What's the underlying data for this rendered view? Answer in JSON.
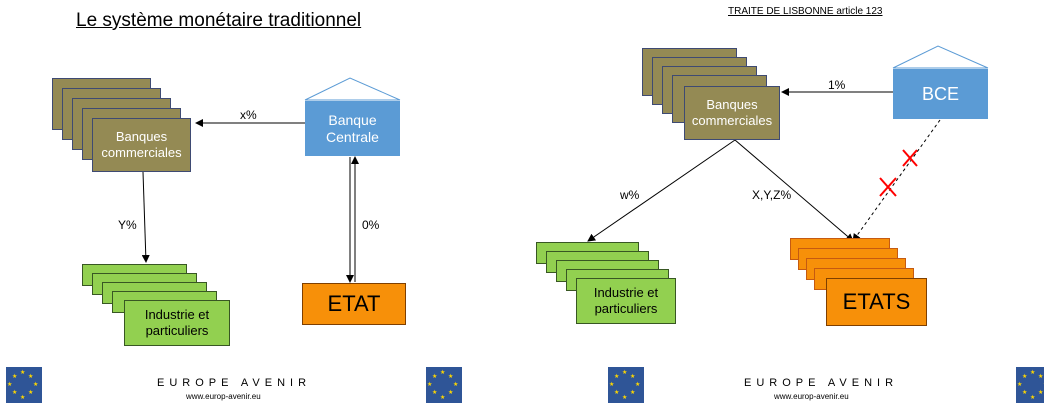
{
  "left": {
    "title": "Le système monétaire traditionnel",
    "banks_label": "Banques commerciales",
    "central_label": "Banque Centrale",
    "industry_label": "Industrie et particuliers",
    "state_label": "ETAT",
    "rate_banks": "x%",
    "rate_industry": "Y%",
    "rate_state": "0%"
  },
  "right": {
    "title": "TRAITE DE LISBONNE  article 123",
    "banks_label": "Banques commerciales",
    "central_label": "BCE",
    "industry_label": "Industrie et particuliers",
    "states_label": "ETATS",
    "rate_banks": "1%",
    "rate_industry": "w%",
    "rate_states": "X,Y,Z%"
  },
  "footer": {
    "brand": "EUROPE AVENIR",
    "url": "www.europ-avenir.eu"
  },
  "colors": {
    "bank": "#948a54",
    "central": "#5b9bd5",
    "industry": "#92d050",
    "state": "#f79009",
    "cross": "#ff0000",
    "flag": "#2f5597"
  }
}
